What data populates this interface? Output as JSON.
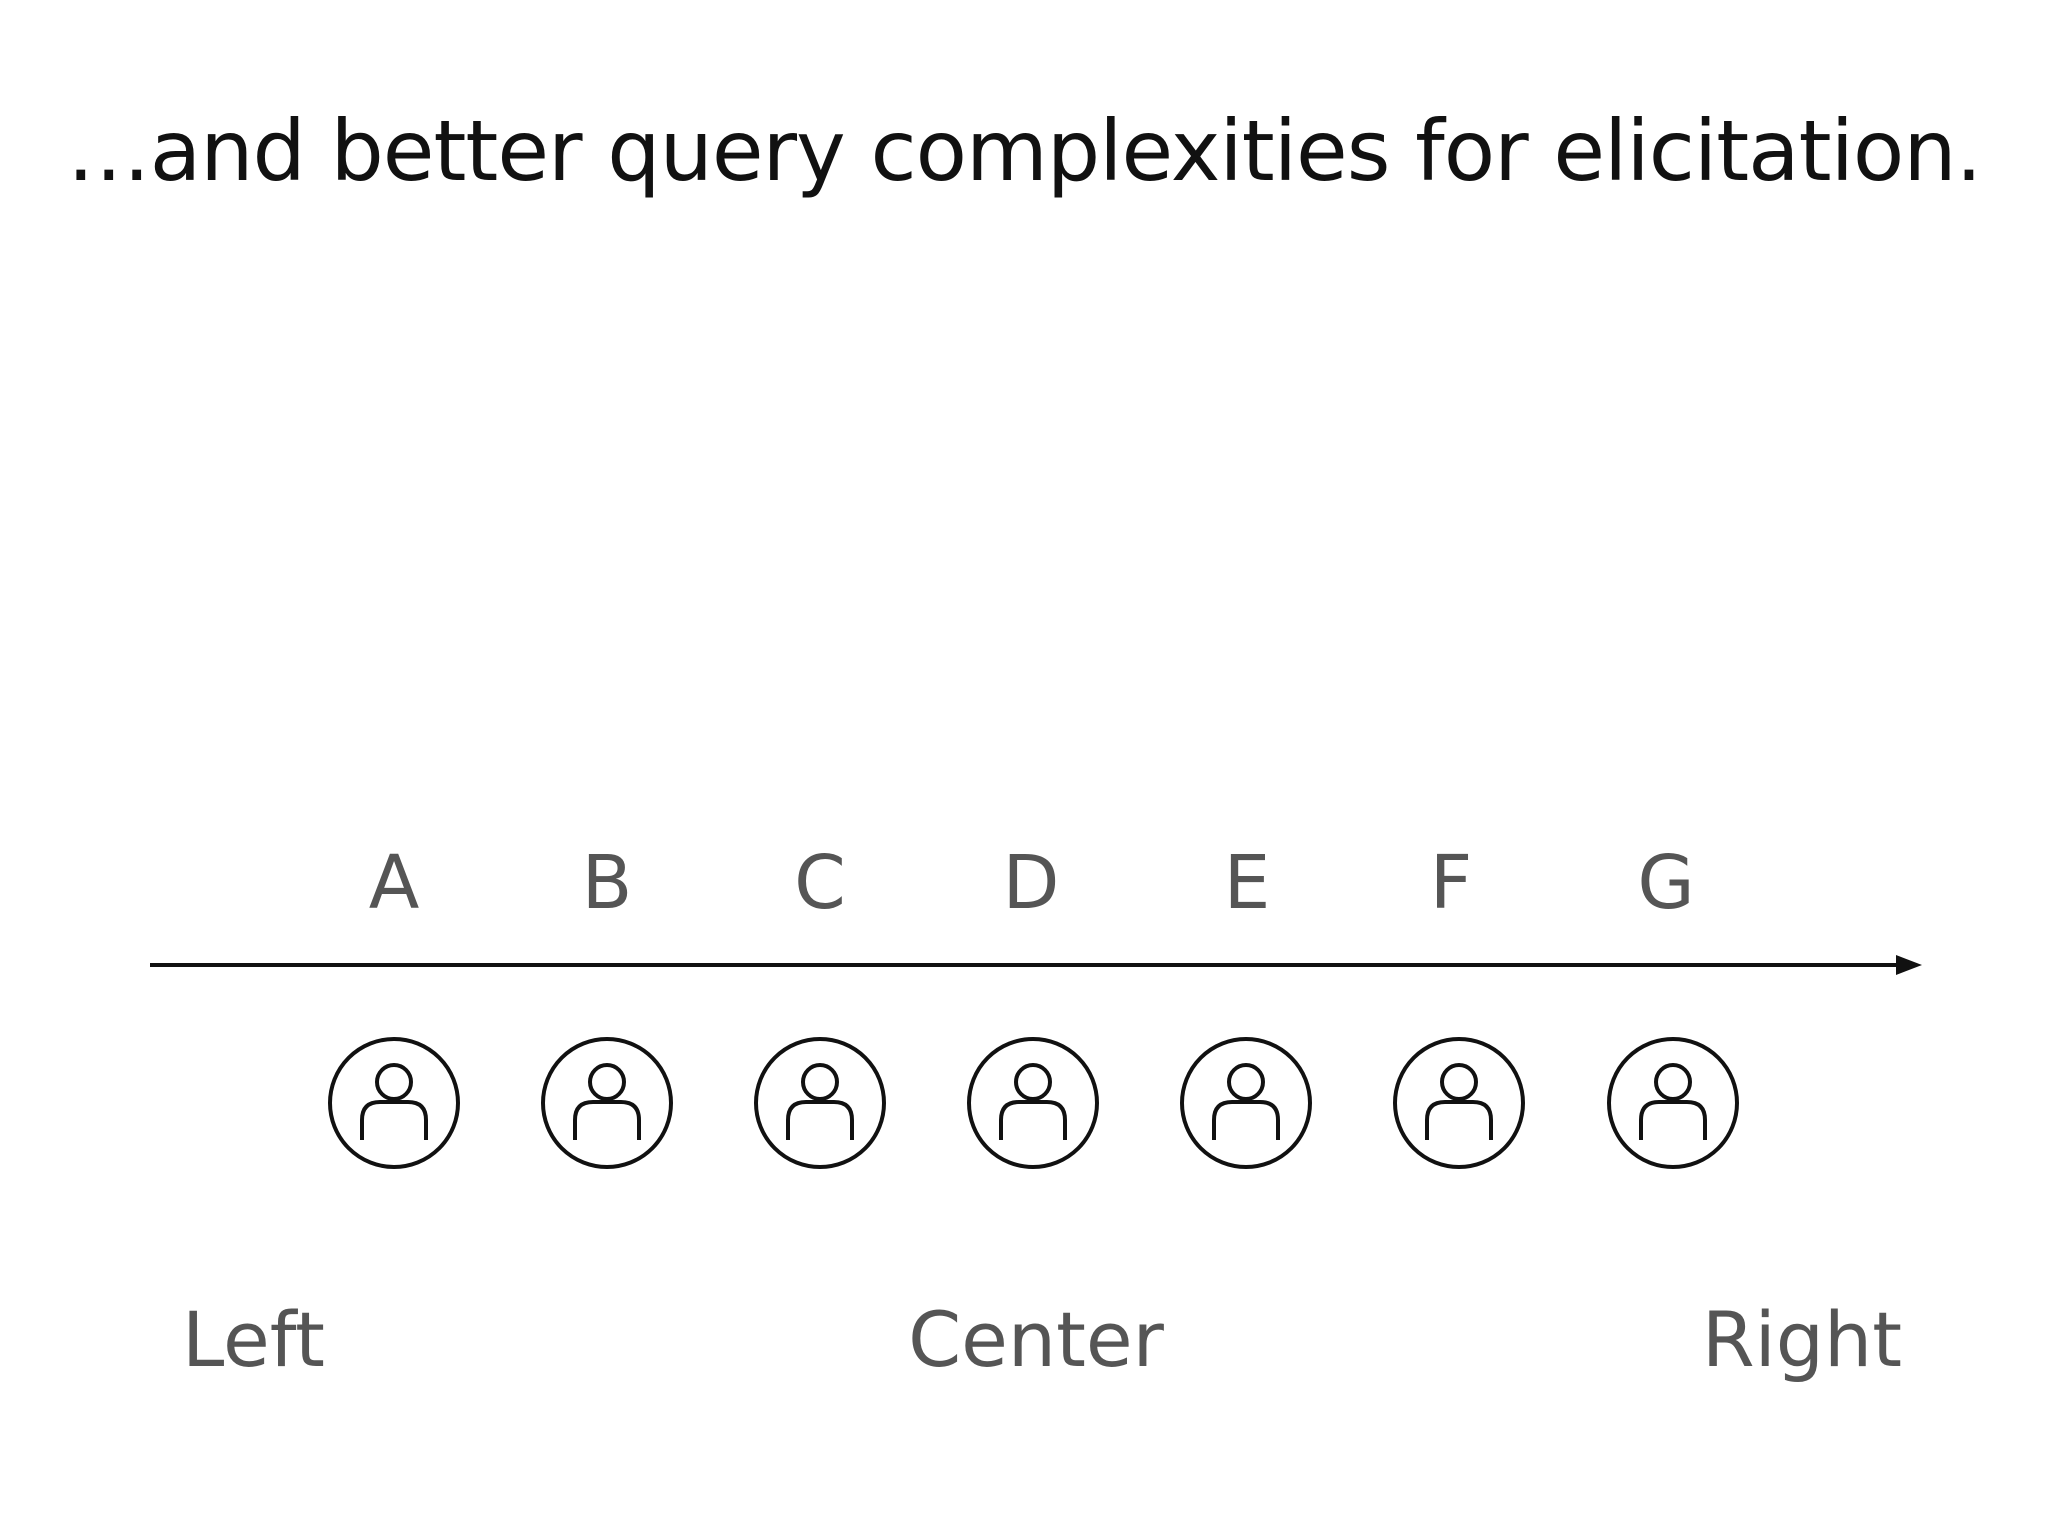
{
  "title": "…and better query complexities for elicitation.",
  "candidates": [
    "A",
    "B",
    "C",
    "D",
    "E",
    "F",
    "G"
  ],
  "voters": [
    "person-icon",
    "person-icon",
    "person-icon",
    "person-icon",
    "person-icon",
    "person-icon",
    "person-icon"
  ],
  "axis_labels": {
    "left": "Left",
    "center": "Center",
    "right": "Right"
  },
  "colors": {
    "title": "#111111",
    "labels": "#555555",
    "lines": "#111111"
  }
}
